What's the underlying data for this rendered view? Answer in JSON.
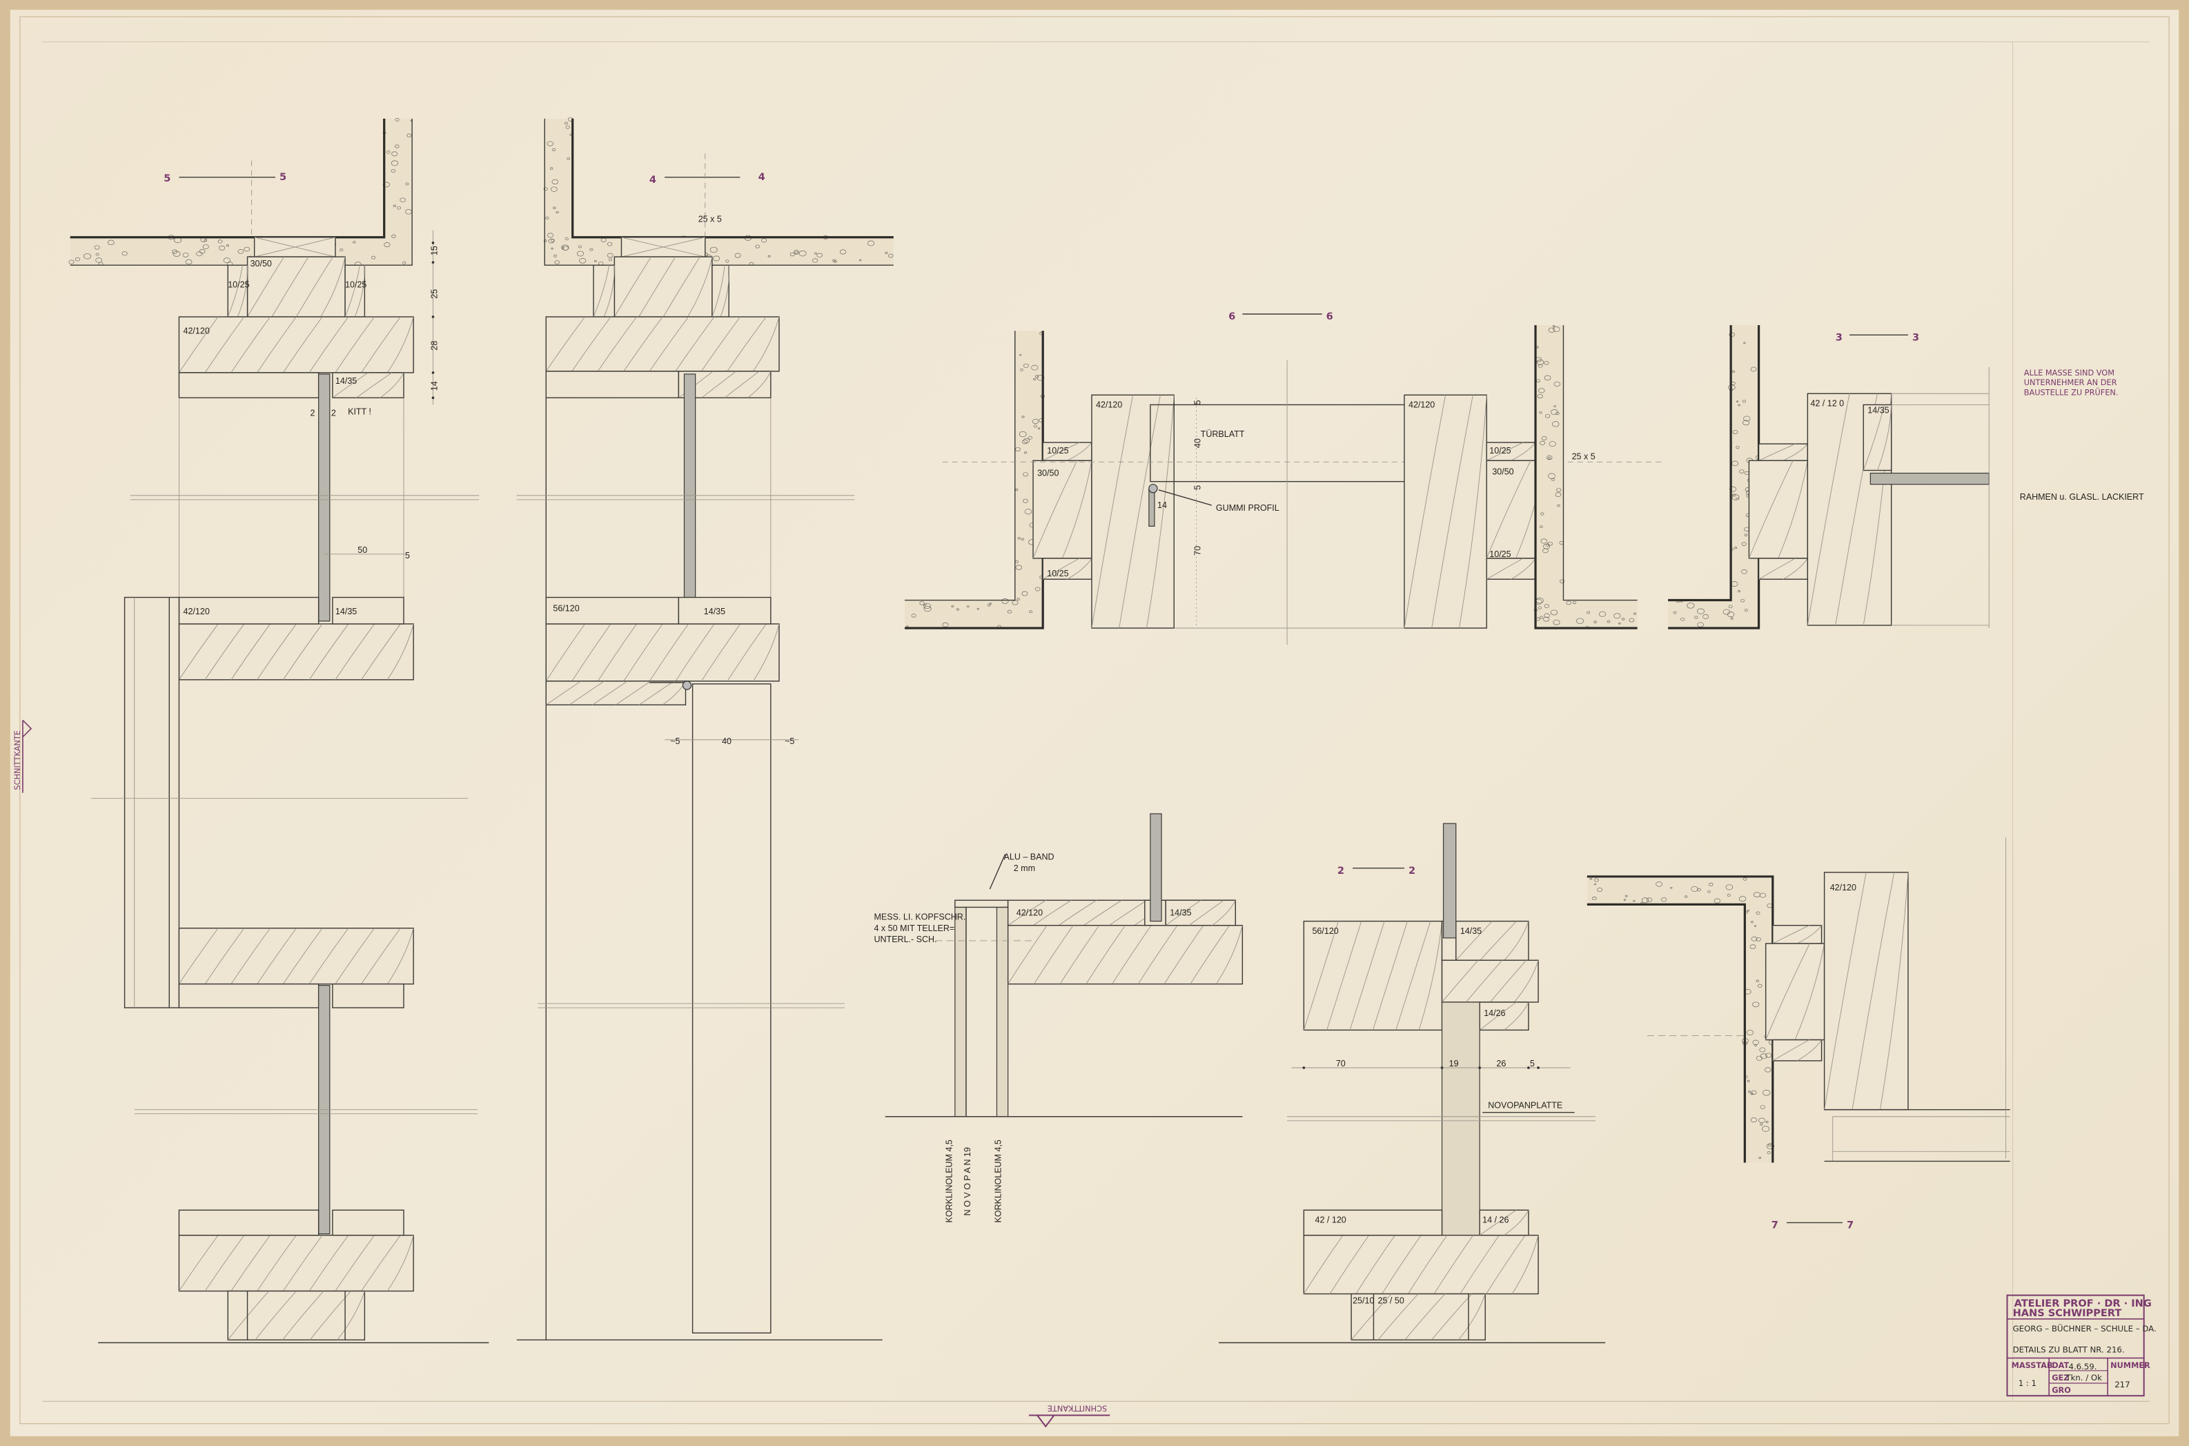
{
  "sheet": {
    "edge_mark_bottom": "SCHNITTKANTE",
    "edge_mark_left": "SCHNITTKANTE",
    "colors": {
      "paper": "#efe6d4",
      "stamp": "#7b3a6e",
      "ink": "#3c3b37"
    }
  },
  "notes": {
    "stamp_lines": [
      "ALLE MASSE SIND VOM",
      "UNTERNEHMER AN DER",
      "BAUSTELLE ZU PRÜFEN."
    ],
    "finish": "RAHMEN u. GLASL. LACKIERT"
  },
  "title_block": {
    "office_line1": "ATELIER PROF · DR · ING",
    "office_line2": "HANS SCHWIPPERT",
    "project": "GEORG – BÜCHNER – SCHULE – DA.",
    "subject": "DETAILS ZU BLATT NR. 216.",
    "scale_label": "MASSTAB",
    "scale": "1 : 1",
    "date_label": "DAT",
    "date": "4.6.59.",
    "drawn_label": "GEZ",
    "drawn": "Tkn. / Ok",
    "checked_label": "GRO",
    "number_label": "NUMMER",
    "number": "217"
  },
  "section_5": {
    "mark": [
      "5",
      "5"
    ],
    "labels": [
      "30/50",
      "10/25",
      "10/25",
      "42/120",
      "14/35",
      "KITT !",
      "2",
      "2",
      "50",
      "5",
      "42/120",
      "14/35"
    ],
    "dims": [
      "15",
      "25",
      "28",
      "14"
    ]
  },
  "section_4": {
    "mark": [
      "4",
      "4"
    ],
    "labels": [
      "25 x 5",
      "56/120",
      "14/35",
      "~5",
      "40",
      "~5"
    ]
  },
  "section_6": {
    "mark": [
      "6",
      "6"
    ],
    "labels": [
      "42/120",
      "10/25",
      "30/50",
      "10/25",
      "TÜRBLATT",
      "5",
      "40",
      "5",
      "14",
      "70",
      "GUMMI PROFIL",
      "42/120",
      "10/25",
      "30/50",
      "10/25",
      "25 x 5"
    ]
  },
  "section_3": {
    "mark": [
      "3",
      "3"
    ],
    "labels": [
      "42 / 12 0",
      "14/35"
    ]
  },
  "section_1": {
    "labels": [
      "ALU – BAND",
      "2 mm",
      "MESS. LI. KOPFSCHR.",
      "4 x 50 MIT TELLER=",
      "UNTERL.- SCH.",
      "42/120",
      "14/35"
    ],
    "layers": [
      "KORKLINOLEUM 4,5",
      "N O V O P A N  19",
      "KORKLINOLEUM 4,5"
    ]
  },
  "section_2": {
    "mark": [
      "2",
      "2"
    ],
    "labels": [
      "56/120",
      "14/35",
      "14/26",
      "NOVOPANPLATTE",
      "42 / 120",
      "14 / 26",
      "25/10",
      "25 / 50"
    ],
    "dims": [
      "70",
      "19",
      "26",
      "5"
    ]
  },
  "section_7": {
    "mark": [
      "7",
      "7"
    ],
    "labels": [
      "42/120"
    ]
  }
}
